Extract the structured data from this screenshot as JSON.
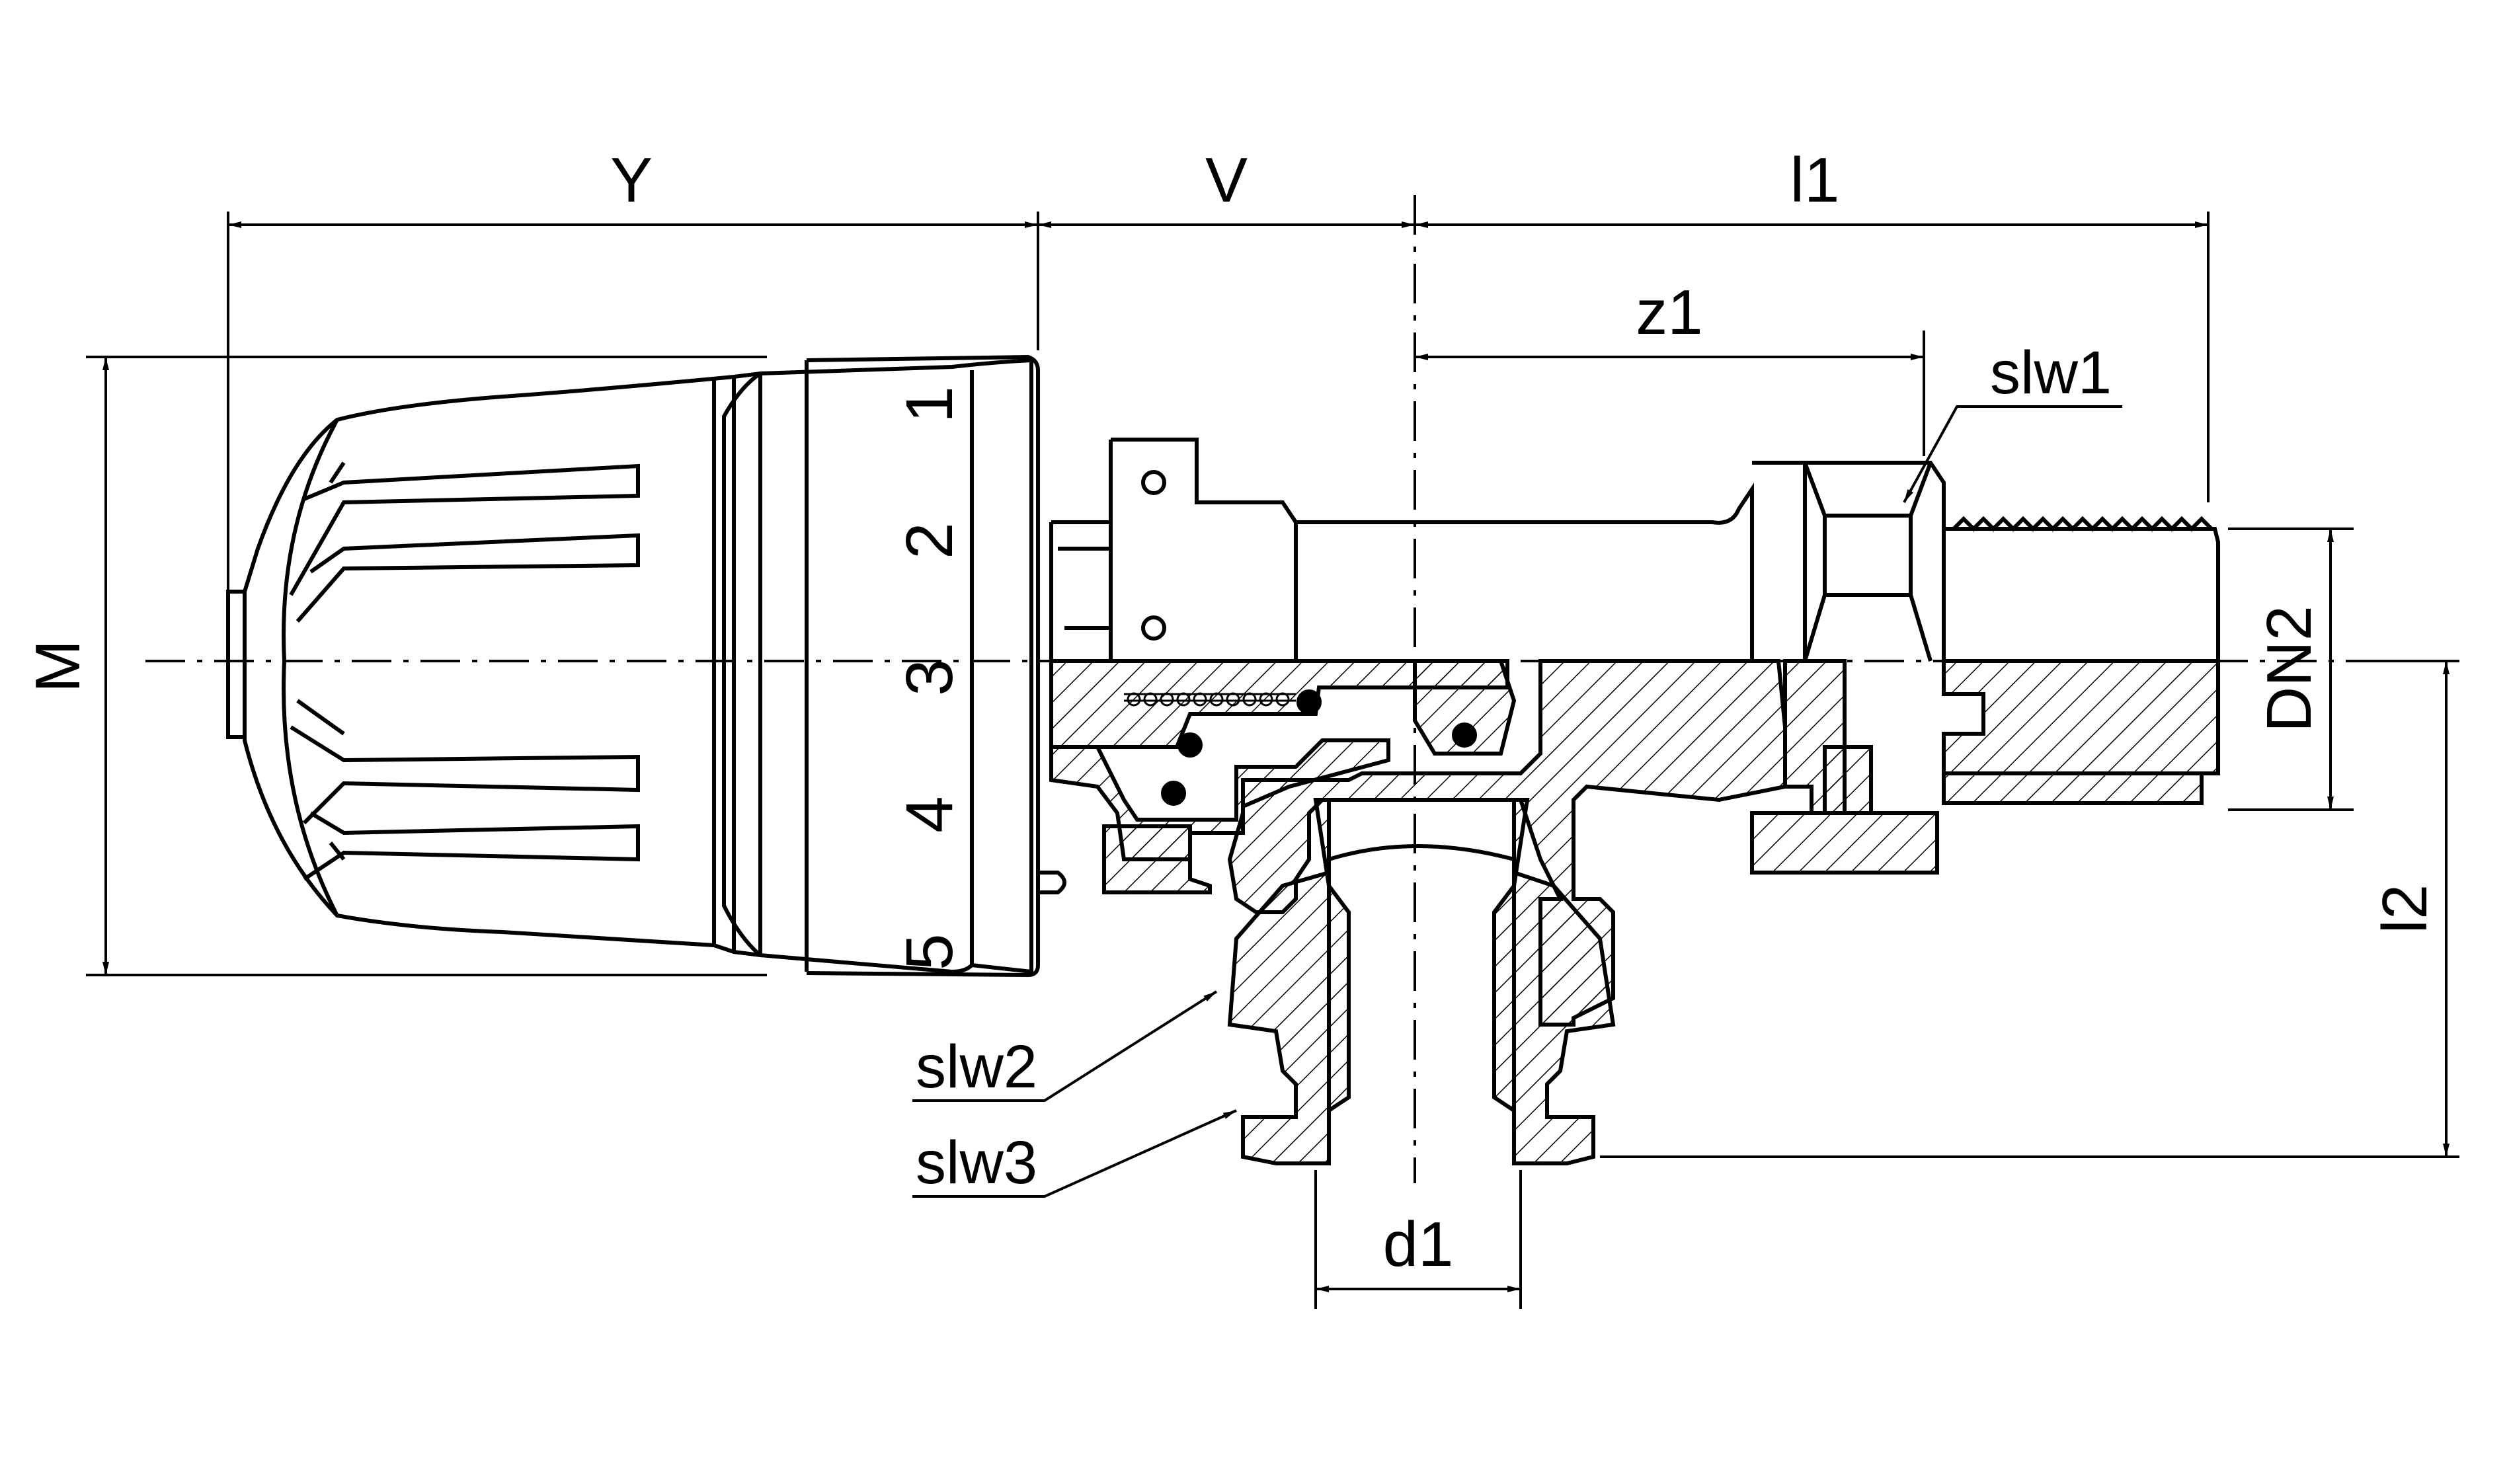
{
  "dimensions": {
    "Y": "Y",
    "V": "V",
    "l1": "l1",
    "z1": "z1",
    "M": "M",
    "DN2": "DN2",
    "l2": "l2",
    "d1": "d1"
  },
  "callouts": {
    "slw1": "slw1",
    "slw2": "slw2",
    "slw3": "slw3"
  },
  "scale_numbers": [
    "1",
    "2",
    "3",
    "4",
    "5"
  ],
  "colors": {
    "line": "#000000",
    "background": "#ffffff"
  }
}
